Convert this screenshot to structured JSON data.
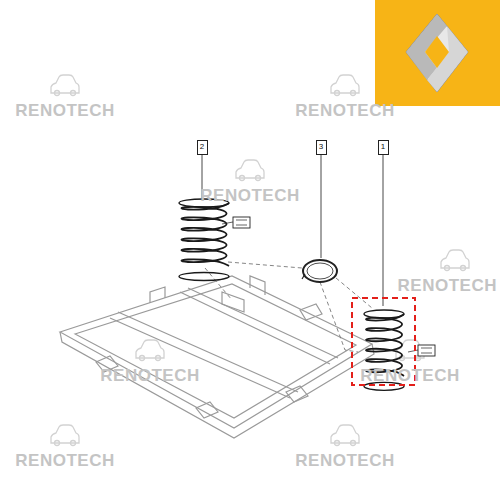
{
  "diagram": {
    "nodes": [
      {
        "text": [
          "2"
        ]
      },
      {
        "text": [
          "3"
        ]
      },
      {
        "text": [
          "1"
        ]
      }
    ],
    "labels": [
      "RENOTECH",
      "RENOTECH",
      "RENOTECH",
      "RENOTECH",
      "RENOTECH",
      "RENOTECH",
      "RENOTECH",
      "RENOTECH"
    ]
  }
}
